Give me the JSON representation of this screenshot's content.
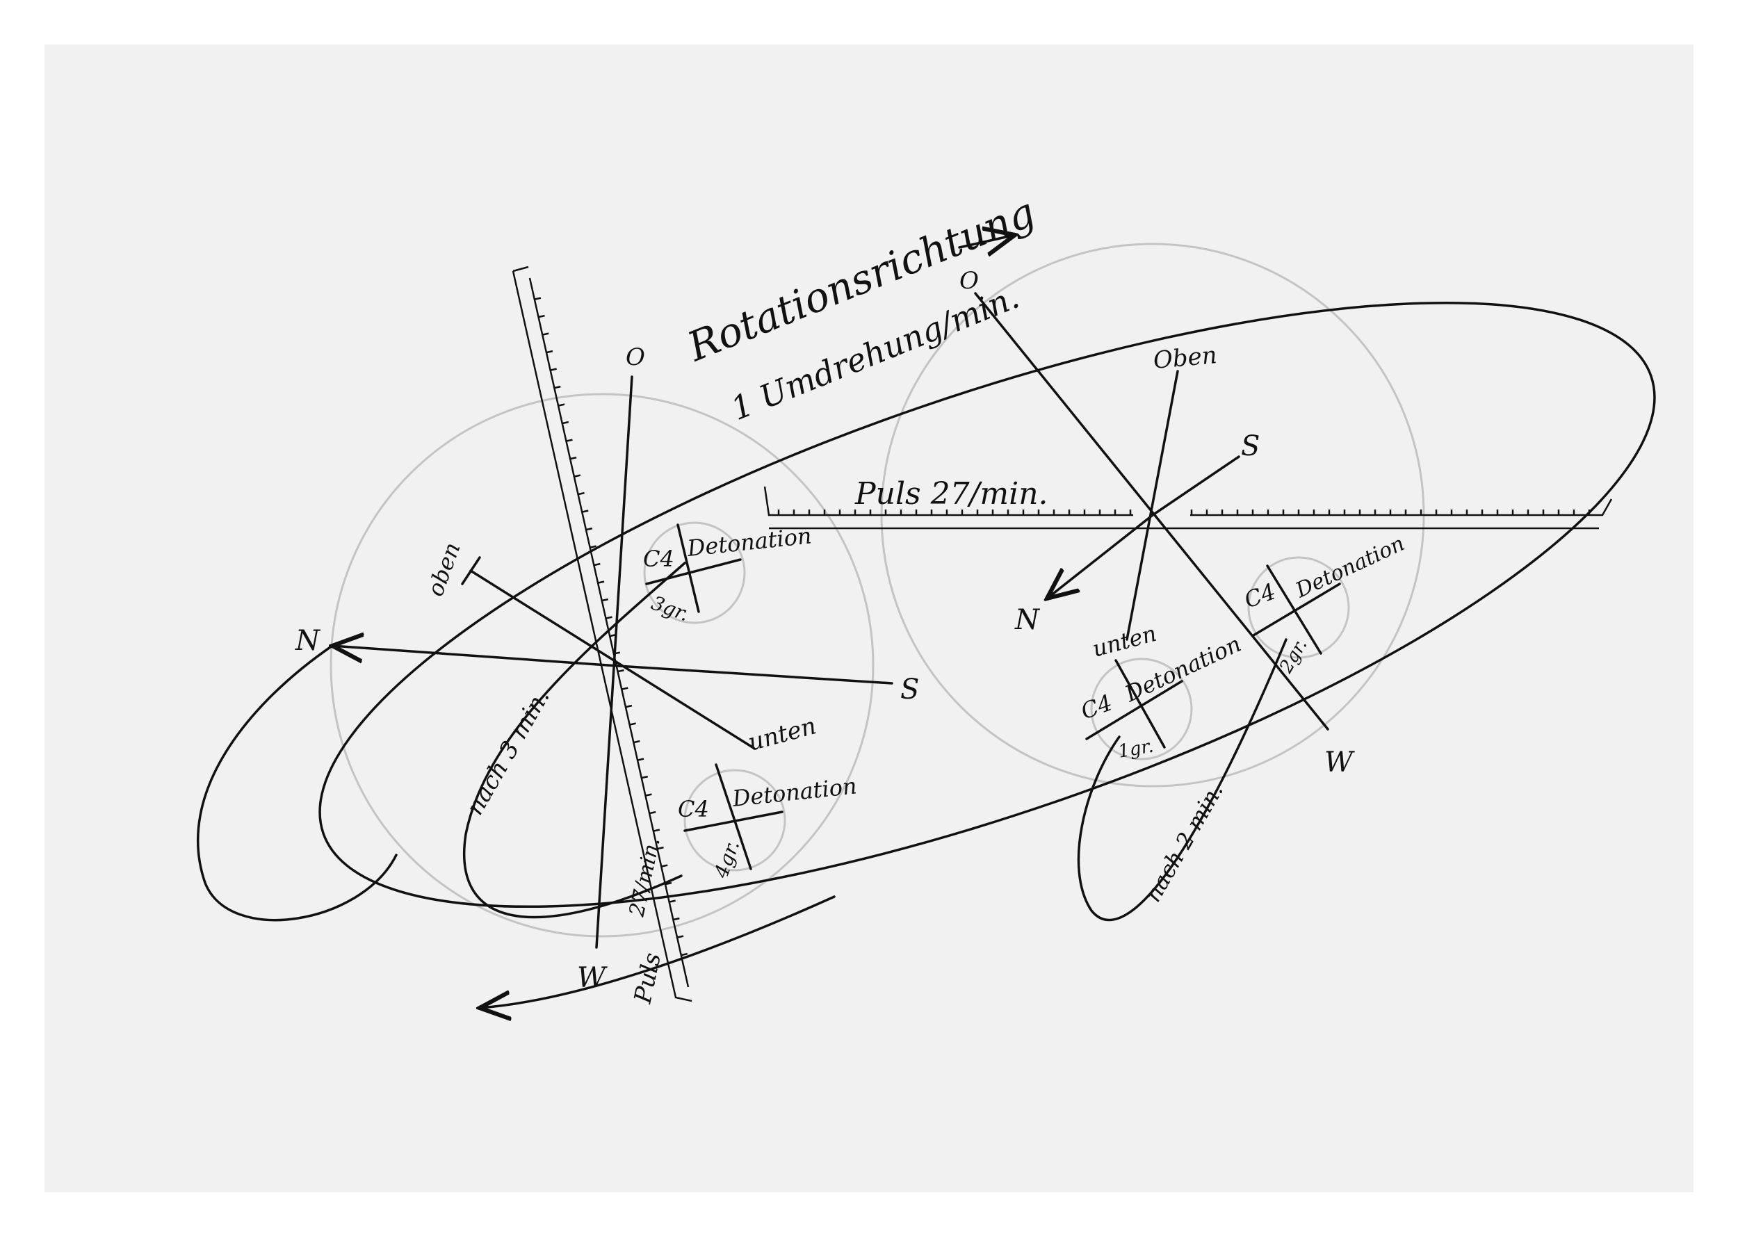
{
  "colors": {
    "paper": "#f1f1f1",
    "ink": "#111111",
    "pencil": "#c4c4c4"
  },
  "labels": {
    "rotation_direction": "Rotationsrichtung",
    "rotation_speed": "1 Umdrehung/min.",
    "pulse_horizontal": "Puls 27/min.",
    "pulse_vertical_label": "Puls",
    "pulse_vertical_rate": "27/min.",
    "after_3_min": "nach 3 min.",
    "after_2_min": "nach 2 min."
  },
  "left_system": {
    "north": "N",
    "south": "S",
    "east": "O",
    "west": "W",
    "top": "oben",
    "bottom": "unten",
    "detonations": [
      {
        "charge": "C4",
        "label": "Detonation",
        "amount": "3gr."
      },
      {
        "charge": "C4",
        "label": "Detonation",
        "amount": "4gr."
      }
    ]
  },
  "right_system": {
    "north": "N",
    "south": "S",
    "east": "O",
    "west": "W",
    "top": "Oben",
    "bottom": "unten",
    "detonations": [
      {
        "charge": "C4",
        "label": "Detonation",
        "amount": "1gr."
      },
      {
        "charge": "C4",
        "label": "Detonation",
        "amount": "2gr."
      }
    ]
  }
}
